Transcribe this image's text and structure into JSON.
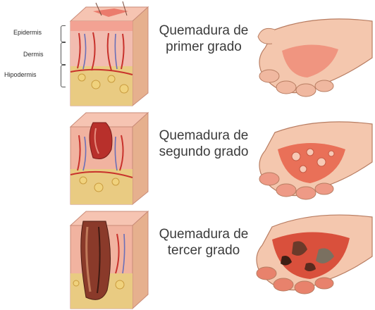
{
  "layers": {
    "epidermis": "Epidermis",
    "dermis": "Dermis",
    "hipodermis": "Hipodermis"
  },
  "burns": [
    {
      "line1": "Quemadura de",
      "line2": "primer grado"
    },
    {
      "line1": "Quemadura de",
      "line2": "segundo grado"
    },
    {
      "line1": "Quemadura de",
      "line2": "tercer grado"
    }
  ],
  "colors": {
    "skin_surface": "#f3b9a6",
    "dermis": "#f0a996",
    "fat_layer": "#e8c97a",
    "vessel_red": "#c8322c",
    "vessel_blue": "#6a6fb8",
    "hand_skin": "#f4c7ae",
    "hand_burn": "#e8664f",
    "char": "#6b3a2a"
  }
}
